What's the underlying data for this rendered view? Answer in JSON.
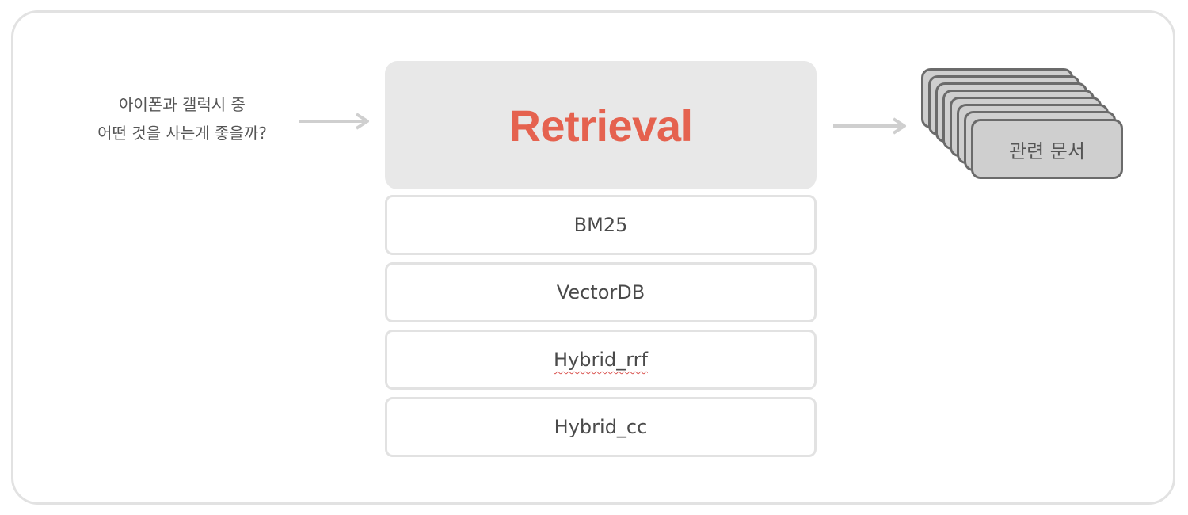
{
  "query": {
    "line1": "아이폰과 갤럭시 중",
    "line2": "어떤 것을 사는게 좋을까?"
  },
  "retrieval": {
    "title": "Retrieval",
    "title_color": "#e5624f"
  },
  "methods": [
    {
      "label": "BM25"
    },
    {
      "label": "VectorDB"
    },
    {
      "label": "Hybrid_rrf"
    },
    {
      "label": "Hybrid_cc"
    }
  ],
  "output": {
    "label": "관련 문서"
  },
  "icons": [
    "arrow-right-icon",
    "document-stack-icon"
  ]
}
